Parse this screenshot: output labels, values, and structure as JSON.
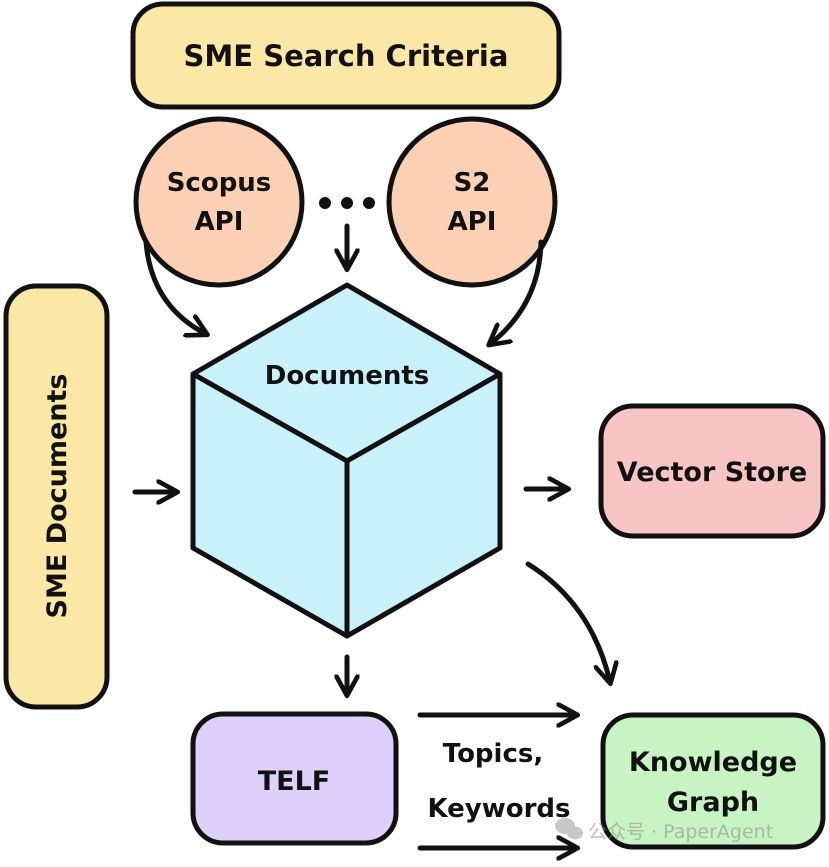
{
  "nodes": {
    "sme_search_criteria": {
      "label": "SME Search Criteria",
      "color": "#fbe8a6"
    },
    "scopus_api": {
      "line1": "Scopus",
      "line2": "API",
      "color": "#fbd0b4"
    },
    "ellipsis": {
      "label": "•••"
    },
    "s2_api": {
      "line1": "S2",
      "line2": "API",
      "color": "#fbd0b4"
    },
    "sme_documents": {
      "label": "SME Documents",
      "color": "#fbe8a6"
    },
    "documents": {
      "label": "Documents",
      "color": "#c9f1fb"
    },
    "vector_store": {
      "label": "Vector Store",
      "color": "#f9c4c4"
    },
    "telf": {
      "label": "TELF",
      "color": "#ddd0fb"
    },
    "knowledge_graph": {
      "line1": "Knowledge",
      "line2": "Graph",
      "color": "#c8f3c3"
    }
  },
  "edge_labels": {
    "topics": "Topics,",
    "keywords": "Keywords"
  },
  "watermark": "公众号 · PaperAgent"
}
